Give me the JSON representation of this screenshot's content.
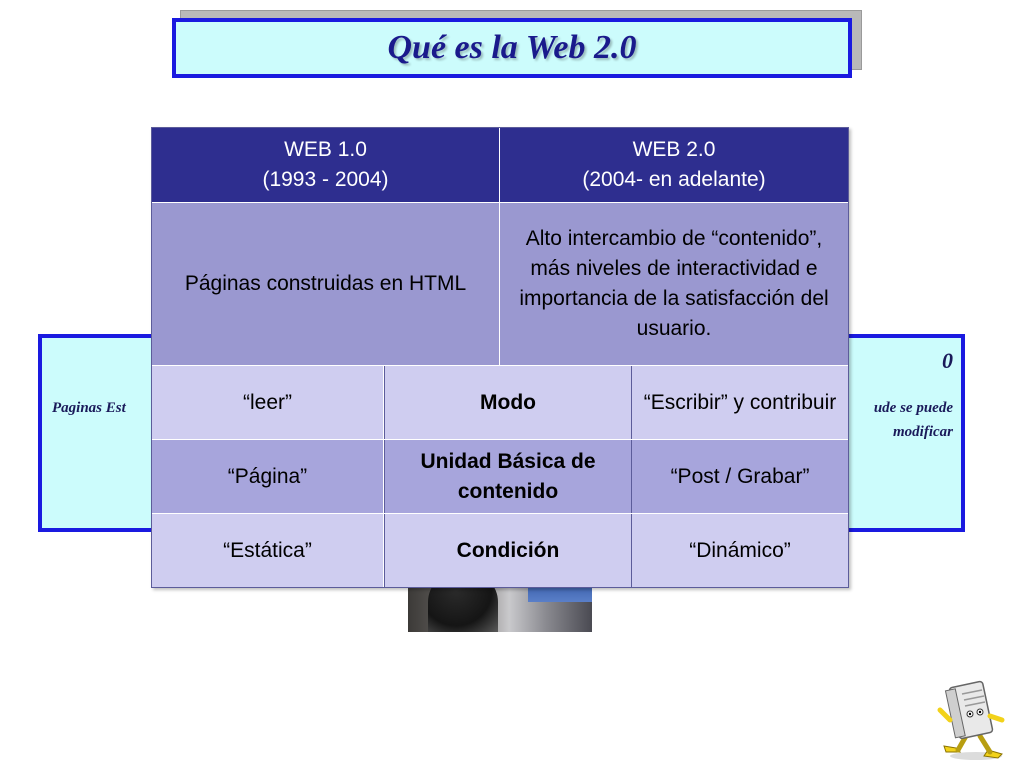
{
  "slide": {
    "title": "Qué es la Web 2.0"
  },
  "left_box": {
    "text": "Paginas Est"
  },
  "right_box": {
    "heading": "0",
    "line1": "ude se puede",
    "line2": "modificar"
  },
  "table": {
    "headers": [
      {
        "line1": "WEB 1.0",
        "line2": "(1993 - 2004)"
      },
      {
        "line1": "WEB 2.0",
        "line2": "(2004- en adelante)"
      }
    ],
    "description": [
      "Páginas construidas en HTML",
      "Alto intercambio de “contenido”, más niveles de interactividad e importancia de la satisfacción del usuario."
    ],
    "rows": [
      {
        "web1": "“leer”",
        "category": "Modo",
        "web2": "“Escribir” y contribuir"
      },
      {
        "web1": "“Página”",
        "category": "Unidad Básica de contenido",
        "web2": "“Post / Grabar”"
      },
      {
        "web1": "“Estática”",
        "category": "Condición",
        "web2": "“Dinámico”"
      }
    ]
  },
  "colors": {
    "header_bg": "#2e2e8f",
    "description_bg": "#9a98d0",
    "row_light_bg": "#cfcdf0",
    "row_mid_bg": "#a7a5dc",
    "title_border": "#1a1ae0",
    "title_bg": "#ccfcfc"
  }
}
